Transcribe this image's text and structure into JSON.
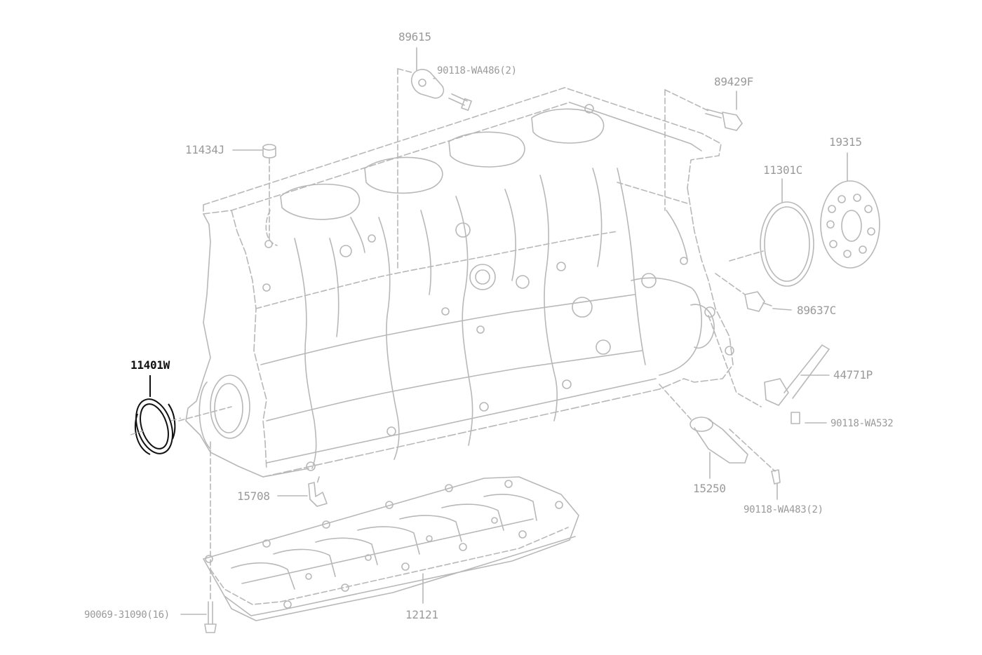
{
  "diagram": {
    "colors": {
      "faded": "#b5b5b5",
      "label": "#9a9a9a",
      "highlight": "#111111",
      "background": "#ffffff"
    },
    "parts": [
      {
        "id": "p89615",
        "number": "89615",
        "highlighted": false
      },
      {
        "id": "p90118_wa486",
        "number": "90118-WA486(2)",
        "highlighted": false
      },
      {
        "id": "p89429f",
        "number": "89429F",
        "highlighted": false
      },
      {
        "id": "p11434j",
        "number": "11434J",
        "highlighted": false
      },
      {
        "id": "p19315",
        "number": "19315",
        "highlighted": false
      },
      {
        "id": "p11301c",
        "number": "11301C",
        "highlighted": false
      },
      {
        "id": "p89637c",
        "number": "89637C",
        "highlighted": false
      },
      {
        "id": "p11401w",
        "number": "11401W",
        "highlighted": true
      },
      {
        "id": "p44771p",
        "number": "44771P",
        "highlighted": false
      },
      {
        "id": "p90118_wa532",
        "number": "90118-WA532",
        "highlighted": false
      },
      {
        "id": "p15708",
        "number": "15708",
        "highlighted": false
      },
      {
        "id": "p15250",
        "number": "15250",
        "highlighted": false
      },
      {
        "id": "p90118_wa483",
        "number": "90118-WA483(2)",
        "highlighted": false
      },
      {
        "id": "p90069",
        "number": "90069-31090(16)",
        "highlighted": false
      },
      {
        "id": "p12121",
        "number": "12121",
        "highlighted": false
      }
    ]
  }
}
